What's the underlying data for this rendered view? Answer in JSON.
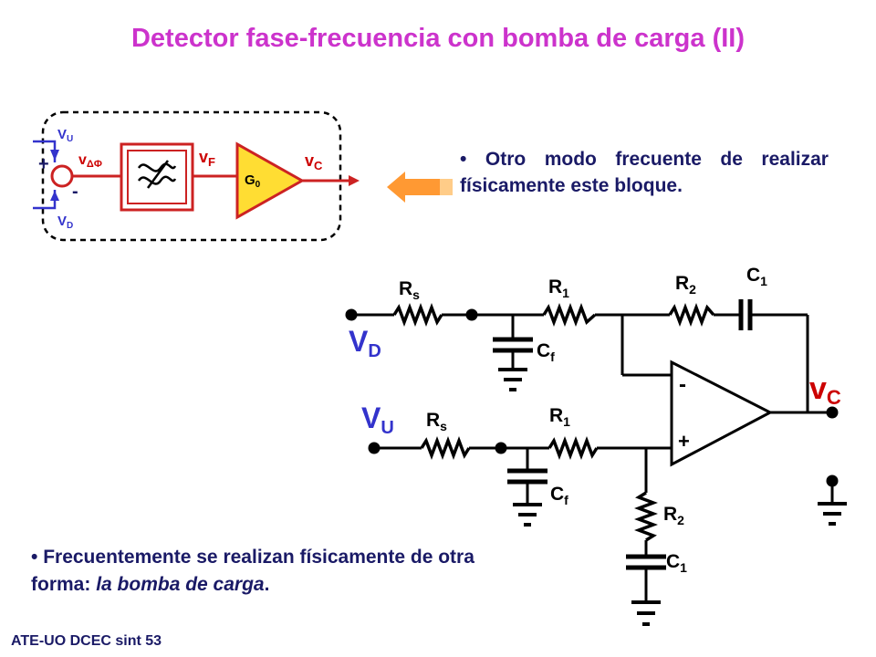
{
  "colors": {
    "title": "#cc33cc",
    "text": "#1a1a66",
    "label_blue": "#3333cc",
    "label_red": "#cc0000",
    "block_red": "#cc2222",
    "amp_fill": "#ffdd33",
    "filter_fill": "#ffdd33",
    "arrow_fill": "#ff9933",
    "wire": "#000000"
  },
  "slide": {
    "title": "Detector fase-frecuencia con bomba de carga (II)",
    "bullet_top": "Otro modo frecuente de realizar físicamente este bloque.",
    "bullet_bottom_plain": "Frecuentemente se realizan físicamente de otra forma:",
    "bullet_bottom_italic": "la bomba de carga",
    "bullet_bottom_end": ".",
    "bullet_marker": "•",
    "footer": "ATE-UO DCEC sint 53"
  },
  "block_diagram": {
    "plus": "+",
    "minus": "-",
    "vu_main": "V",
    "vu_sub": "U",
    "vd_main": "V",
    "vd_sub": "D",
    "vphi_main": "v",
    "vphi_sub": "ΔΦ",
    "vf_main": "v",
    "vf_sub": "F",
    "g_main": "G",
    "g_sub": "0",
    "vc_main": "v",
    "vc_sub": "C"
  },
  "circuit": {
    "rs": {
      "main": "R",
      "sub": "s"
    },
    "r1": {
      "main": "R",
      "sub": "1"
    },
    "r2": {
      "main": "R",
      "sub": "2"
    },
    "c1": {
      "main": "C",
      "sub": "1"
    },
    "cf": {
      "main": "C",
      "sub": "f"
    },
    "vd": {
      "main": "V",
      "sub": "D"
    },
    "vu": {
      "main": "V",
      "sub": "U"
    },
    "vc": {
      "main": "v",
      "sub": "C"
    },
    "opamp_minus": "-",
    "opamp_plus": "+"
  }
}
